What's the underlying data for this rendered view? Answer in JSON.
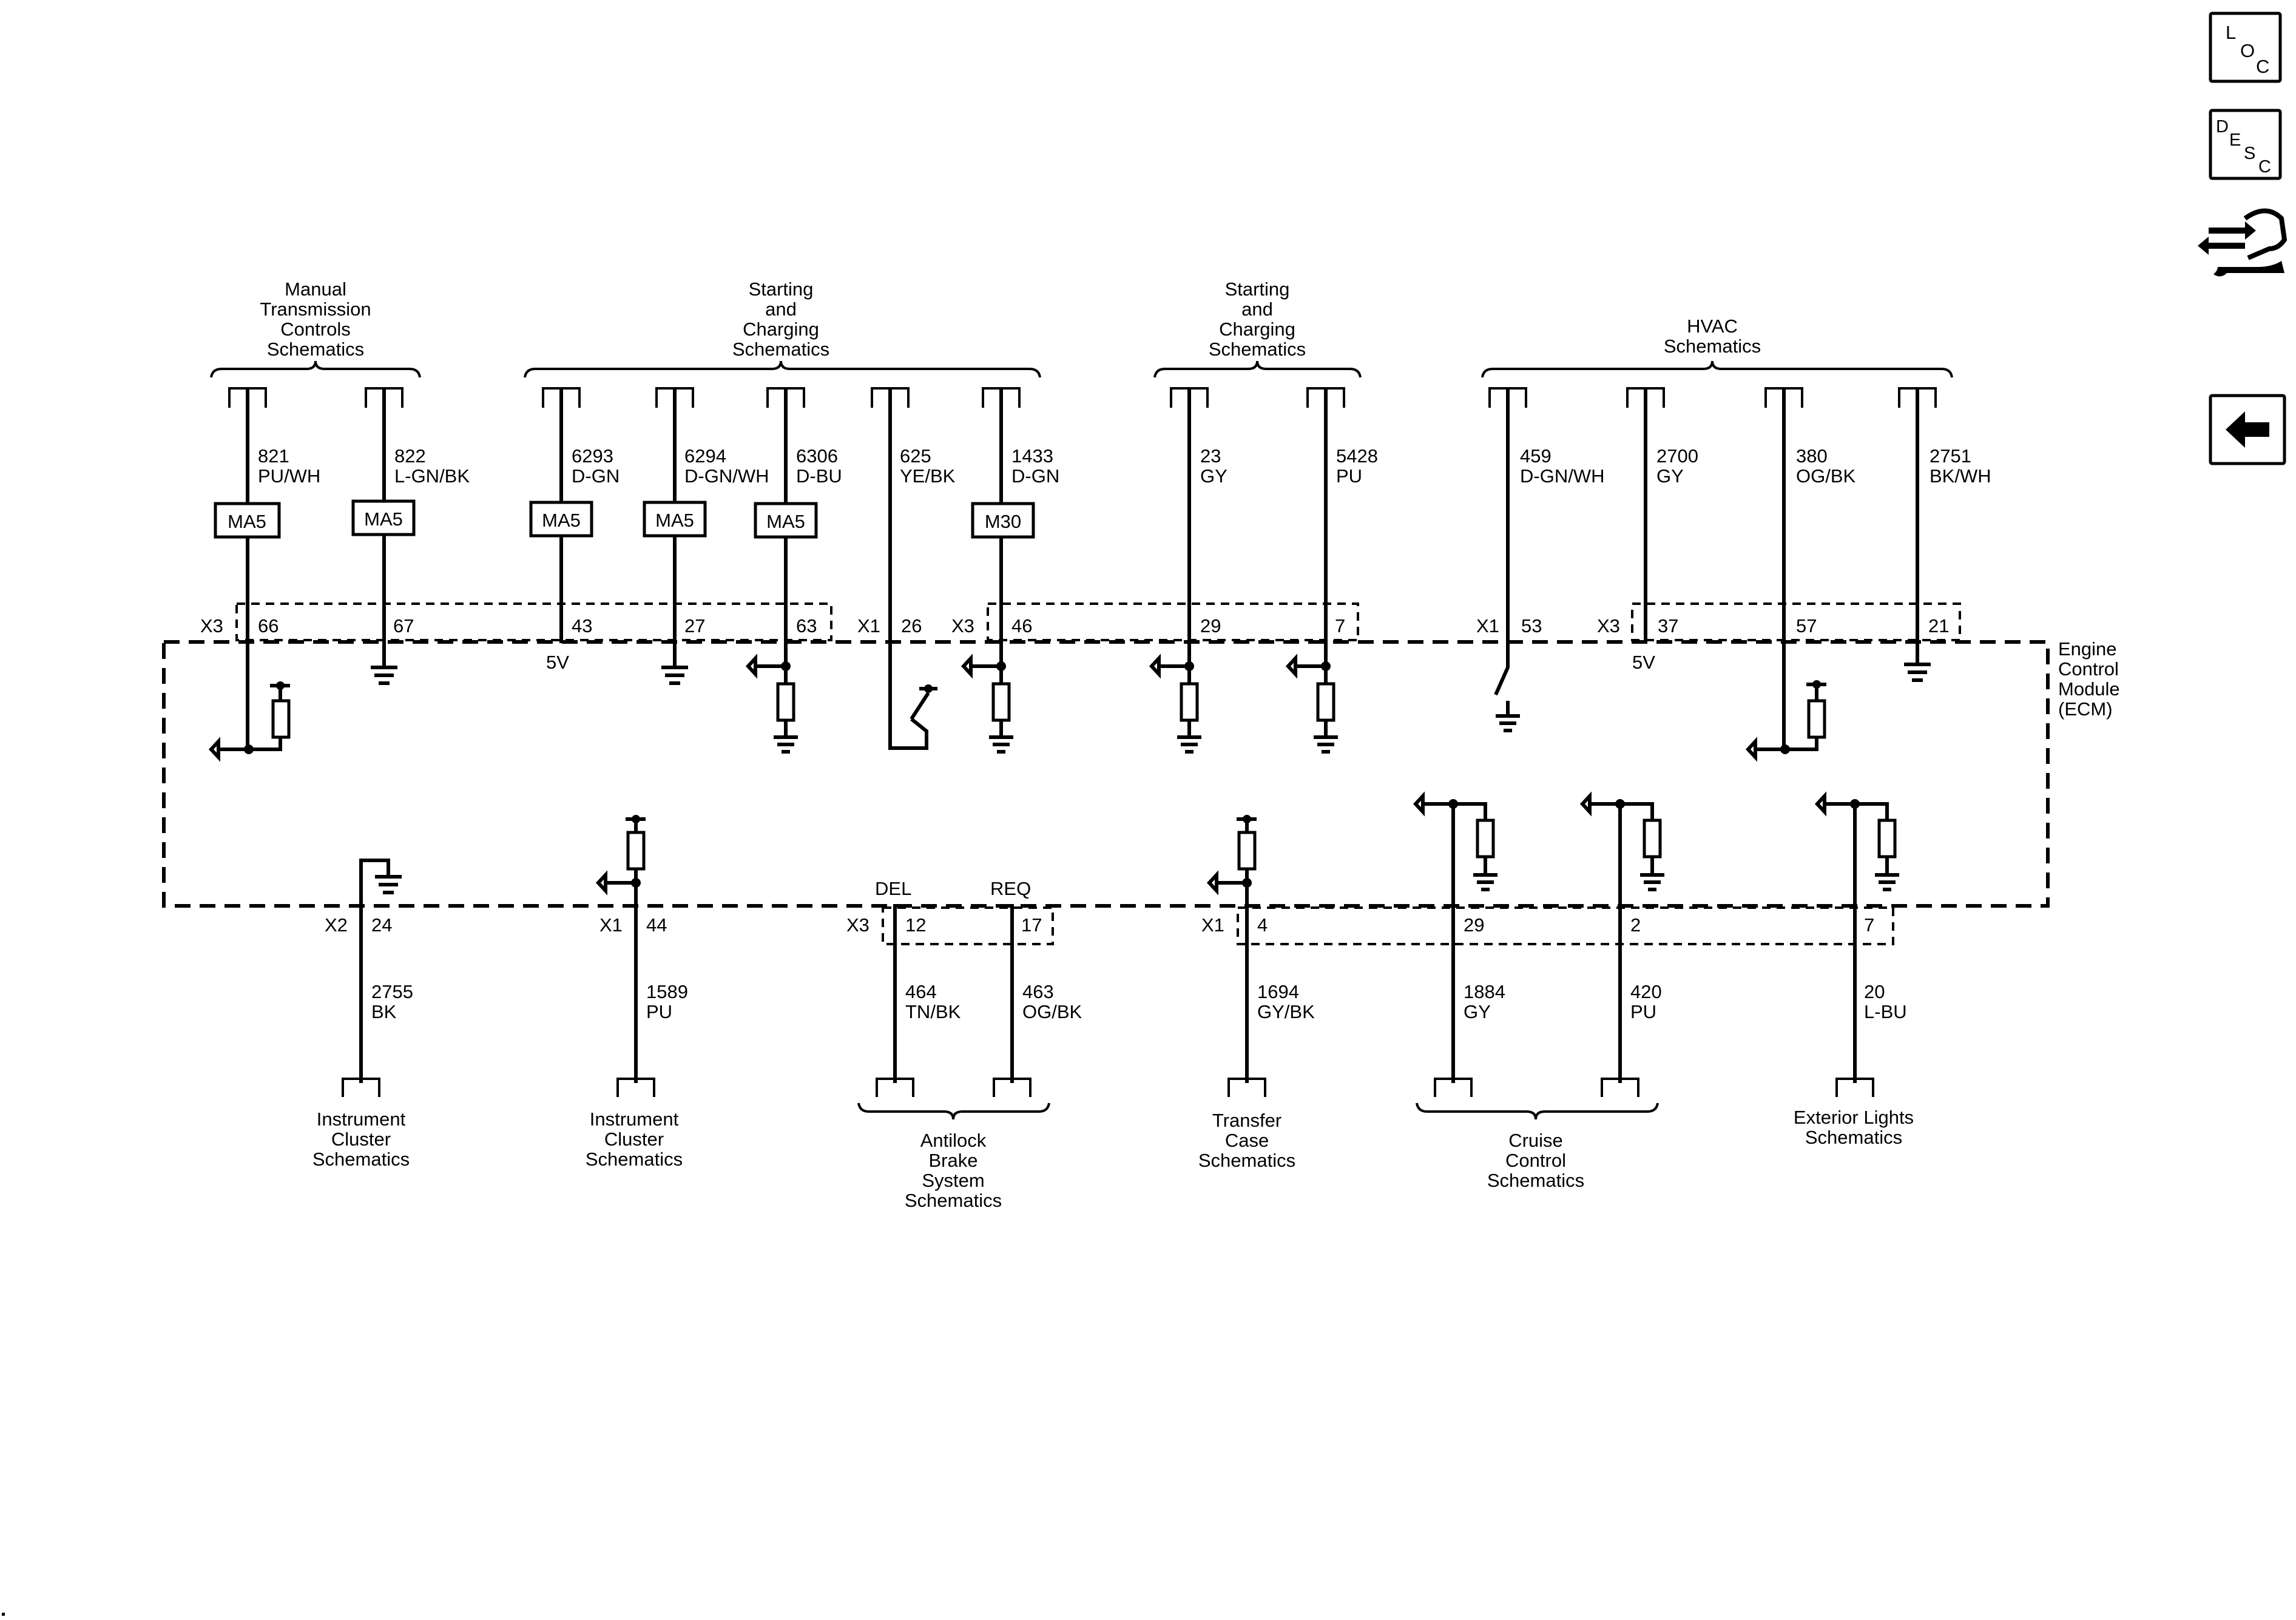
{
  "ecm_label": [
    "Engine",
    "Control",
    "Module",
    "(ECM)"
  ],
  "nav": {
    "loc": [
      "L",
      "O",
      "C"
    ],
    "desc": [
      "D",
      "E",
      "S",
      "C"
    ]
  },
  "top_groups": [
    {
      "title": [
        "Manual",
        "Transmission",
        "Controls",
        "Schematics"
      ]
    },
    {
      "title": [
        "Starting",
        "and",
        "Charging",
        "Schematics"
      ]
    },
    {
      "title": [
        "Starting",
        "and",
        "Charging",
        "Schematics"
      ]
    },
    {
      "title": [
        "HVAC",
        "Schematics"
      ]
    }
  ],
  "top_circuits": [
    {
      "circuit": "821",
      "color": "PU/WH",
      "inline": "MA5",
      "pin": "66",
      "connector": "X3"
    },
    {
      "circuit": "822",
      "color": "L-GN/BK",
      "inline": "MA5",
      "pin": "67"
    },
    {
      "circuit": "6293",
      "color": "D-GN",
      "inline": "MA5",
      "pin": "43",
      "note": "5V"
    },
    {
      "circuit": "6294",
      "color": "D-GN/WH",
      "inline": "MA5",
      "pin": "27"
    },
    {
      "circuit": "6306",
      "color": "D-BU",
      "inline": "MA5",
      "pin": "63"
    },
    {
      "circuit": "625",
      "color": "YE/BK",
      "pin": "26",
      "connector": "X1"
    },
    {
      "circuit": "1433",
      "color": "D-GN",
      "inline": "M30",
      "pin": "46",
      "connector": "X3"
    },
    {
      "circuit": "23",
      "color": "GY",
      "pin": "29"
    },
    {
      "circuit": "5428",
      "color": "PU",
      "pin": "7"
    },
    {
      "circuit": "459",
      "color": "D-GN/WH",
      "pin": "53",
      "connector": "X1"
    },
    {
      "circuit": "2700",
      "color": "GY",
      "pin": "37",
      "connector": "X3",
      "note": "5V"
    },
    {
      "circuit": "380",
      "color": "OG/BK",
      "pin": "57"
    },
    {
      "circuit": "2751",
      "color": "BK/WH",
      "pin": "21"
    }
  ],
  "bottom_circuits": [
    {
      "connector": "X2",
      "pin": "24",
      "circuit": "2755",
      "color": "BK"
    },
    {
      "connector": "X1",
      "pin": "44",
      "circuit": "1589",
      "color": "PU"
    },
    {
      "connector": "X3",
      "pin": "12",
      "circuit": "464",
      "color": "TN/BK",
      "signal": "DEL"
    },
    {
      "pin": "17",
      "circuit": "463",
      "color": "OG/BK",
      "signal": "REQ"
    },
    {
      "connector": "X1",
      "pin": "4",
      "circuit": "1694",
      "color": "GY/BK"
    },
    {
      "pin": "29",
      "circuit": "1884",
      "color": "GY"
    },
    {
      "pin": "2",
      "circuit": "420",
      "color": "PU"
    },
    {
      "pin": "7",
      "circuit": "20",
      "color": "L-BU"
    }
  ],
  "bottom_groups": [
    {
      "title": [
        "Instrument",
        "Cluster",
        "Schematics"
      ]
    },
    {
      "title": [
        "Instrument",
        "Cluster",
        "Schematics"
      ]
    },
    {
      "title": [
        "Antilock",
        "Brake",
        "System",
        "Schematics"
      ]
    },
    {
      "title": [
        "Transfer",
        "Case",
        "Schematics"
      ]
    },
    {
      "title": [
        "Cruise",
        "Control",
        "Schematics"
      ]
    },
    {
      "title": [
        "Exterior Lights",
        "Schematics"
      ]
    }
  ]
}
